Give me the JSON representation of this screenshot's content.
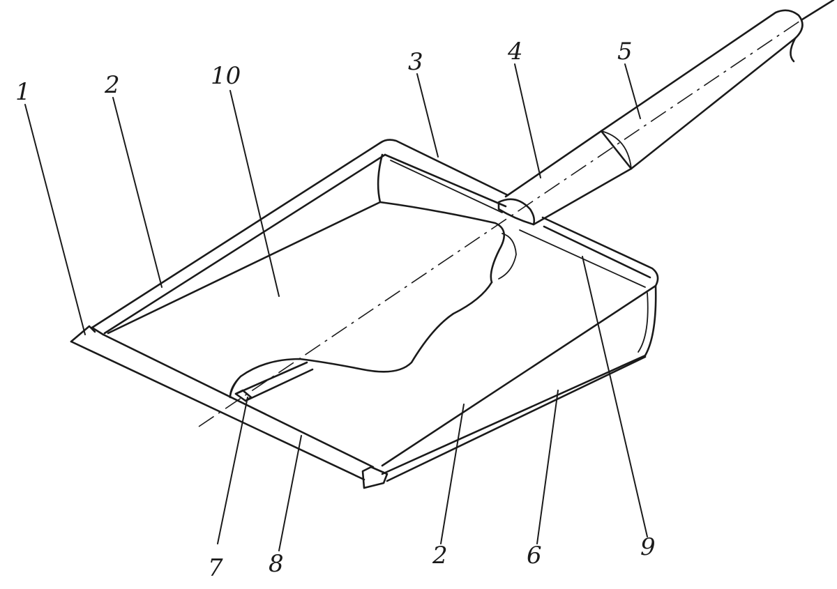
{
  "figure": {
    "labels": [
      {
        "id": "1",
        "text": "1"
      },
      {
        "id": "2a",
        "text": "2"
      },
      {
        "id": "10",
        "text": "10"
      },
      {
        "id": "3",
        "text": "3"
      },
      {
        "id": "4",
        "text": "4"
      },
      {
        "id": "5",
        "text": "5"
      },
      {
        "id": "7",
        "text": "7"
      },
      {
        "id": "8",
        "text": "8"
      },
      {
        "id": "2b",
        "text": "2"
      },
      {
        "id": "6",
        "text": "6"
      },
      {
        "id": "9",
        "text": "9"
      }
    ]
  },
  "colors": {
    "ink": "#1a1a1a",
    "background": "#ffffff"
  }
}
